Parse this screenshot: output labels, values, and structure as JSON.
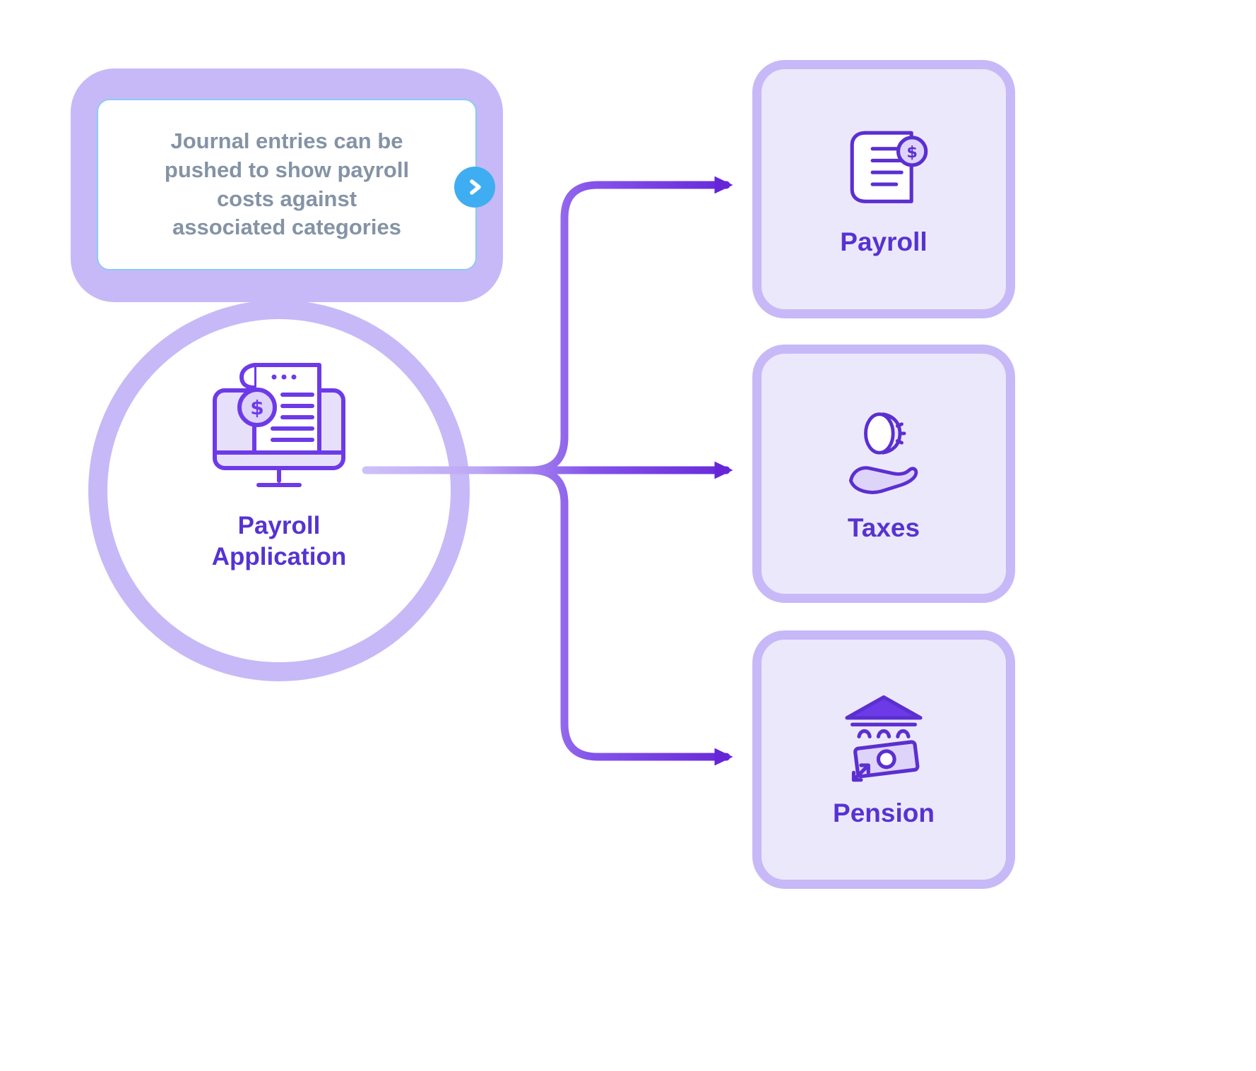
{
  "diagram": {
    "callout": {
      "text": "Journal entries can be pushed to show payroll costs against associated categories",
      "button_icon": "chevron-right-icon"
    },
    "hub": {
      "label": "Payroll Application",
      "icon": "payroll-application-monitor-icon"
    },
    "nodes": [
      {
        "id": "payroll",
        "label": "Payroll",
        "icon": "payroll-document-dollar-icon"
      },
      {
        "id": "taxes",
        "label": "Taxes",
        "icon": "coin-in-hand-icon"
      },
      {
        "id": "pension",
        "label": "Pension",
        "icon": "bank-banknote-icon"
      }
    ],
    "colors": {
      "lavender_border": "#c7b9f7",
      "card_fill": "#ece8fb",
      "purple_text": "#5633d1",
      "icon_purple": "#6d3ae8",
      "arrow_purple": "#6526d8",
      "gray_text": "#8493a5",
      "callout_blue": "#3fadf1",
      "coin_fill": "#ded3f9"
    }
  }
}
